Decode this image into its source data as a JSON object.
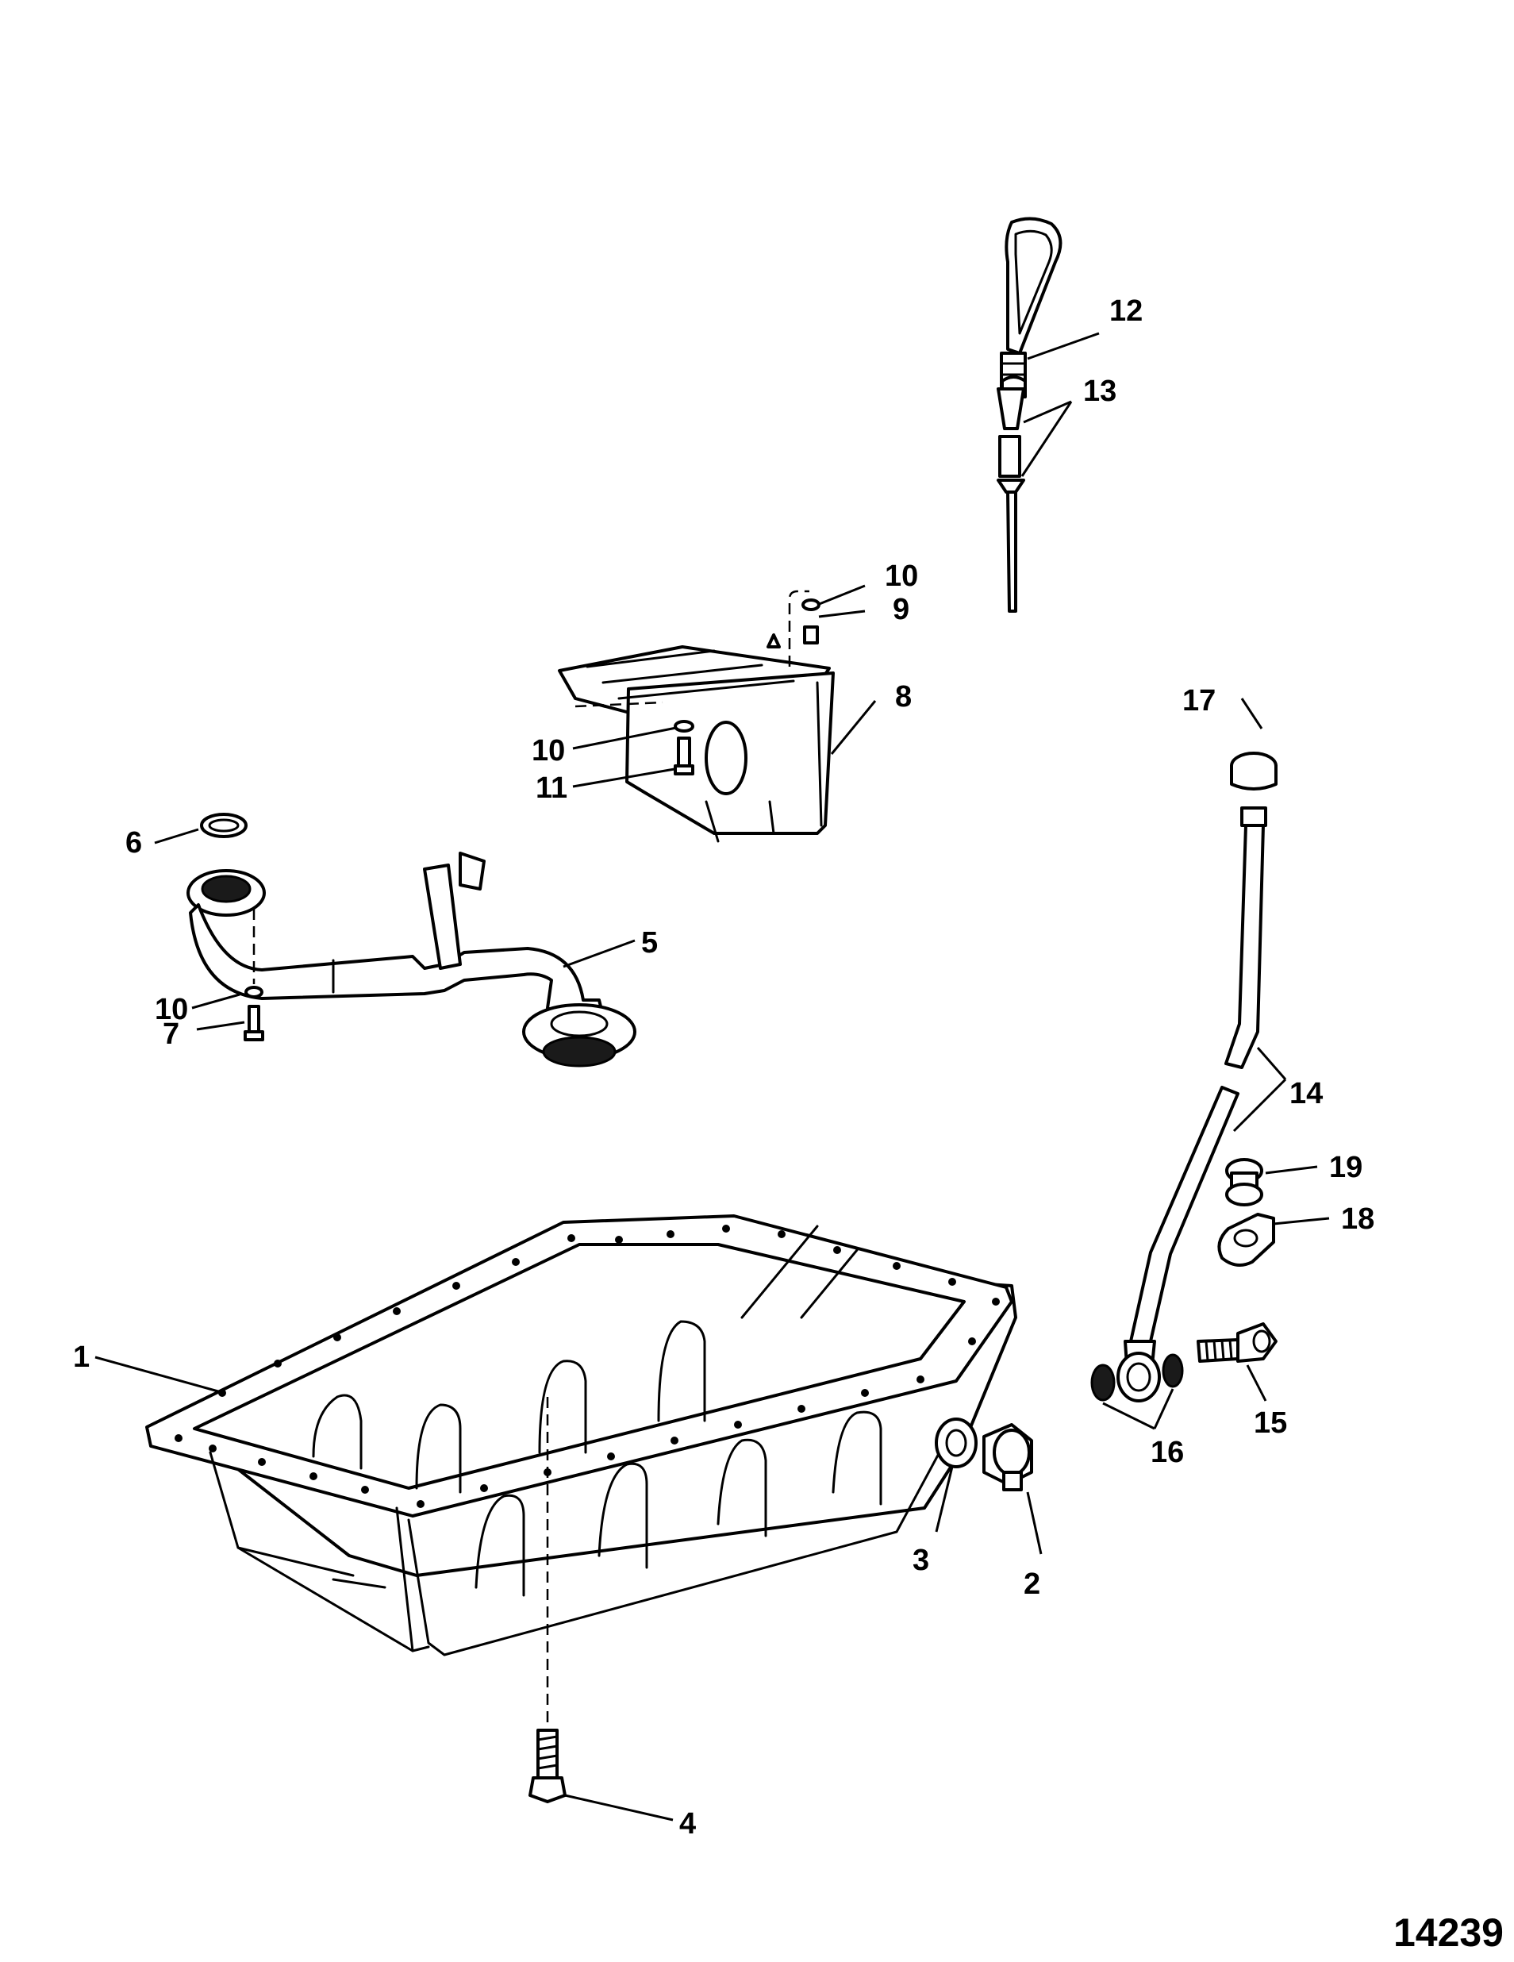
{
  "diagram": {
    "figure_number": "14239",
    "callouts": [
      {
        "id": "c1",
        "label": "1"
      },
      {
        "id": "c2",
        "label": "2"
      },
      {
        "id": "c3",
        "label": "3"
      },
      {
        "id": "c4",
        "label": "4"
      },
      {
        "id": "c5",
        "label": "5"
      },
      {
        "id": "c6",
        "label": "6"
      },
      {
        "id": "c7",
        "label": "7"
      },
      {
        "id": "c8",
        "label": "8"
      },
      {
        "id": "c9",
        "label": "9"
      },
      {
        "id": "c10a",
        "label": "10"
      },
      {
        "id": "c10b",
        "label": "10"
      },
      {
        "id": "c10c",
        "label": "10"
      },
      {
        "id": "c11",
        "label": "11"
      },
      {
        "id": "c12",
        "label": "12"
      },
      {
        "id": "c13",
        "label": "13"
      },
      {
        "id": "c14",
        "label": "14"
      },
      {
        "id": "c15",
        "label": "15"
      },
      {
        "id": "c16",
        "label": "16"
      },
      {
        "id": "c17",
        "label": "17"
      },
      {
        "id": "c18",
        "label": "18"
      },
      {
        "id": "c19",
        "label": "19"
      }
    ]
  }
}
